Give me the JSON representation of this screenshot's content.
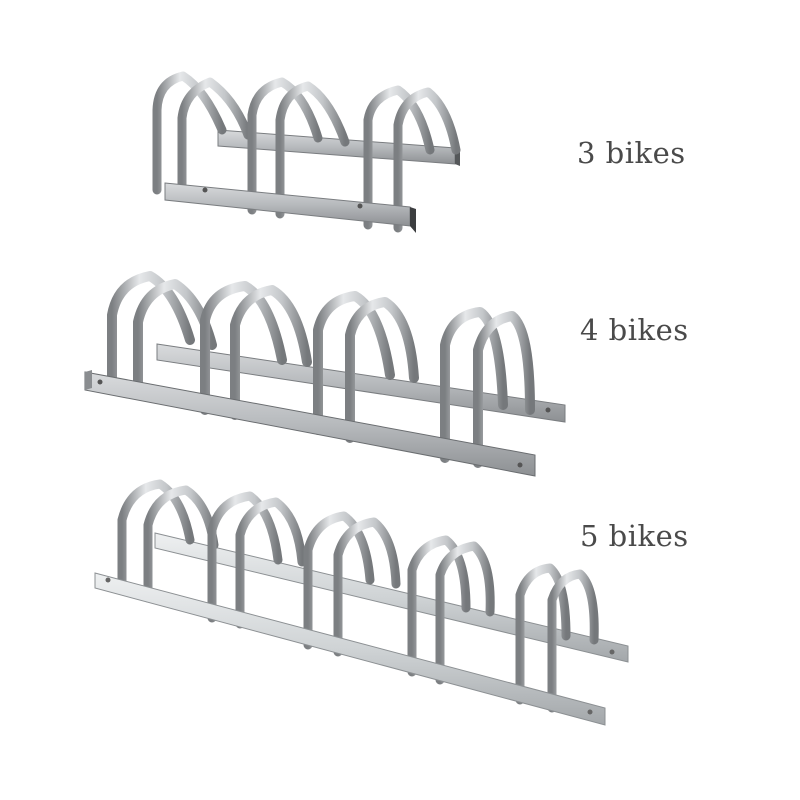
{
  "products": [
    {
      "id": "rack-3",
      "label": "3 bikes",
      "bike_count": 3,
      "color": "#a8aaac"
    },
    {
      "id": "rack-4",
      "label": "4 bikes",
      "bike_count": 4,
      "color": "#a4a6a8"
    },
    {
      "id": "rack-5",
      "label": "5 bikes",
      "bike_count": 5,
      "color": "#b8bcbe"
    }
  ],
  "colors": {
    "background": "#ffffff",
    "label_text": "#4a4a4a",
    "steel_light": "#e4e6e8",
    "steel_mid": "#b0b3b6",
    "steel_dark": "#6f7274"
  }
}
